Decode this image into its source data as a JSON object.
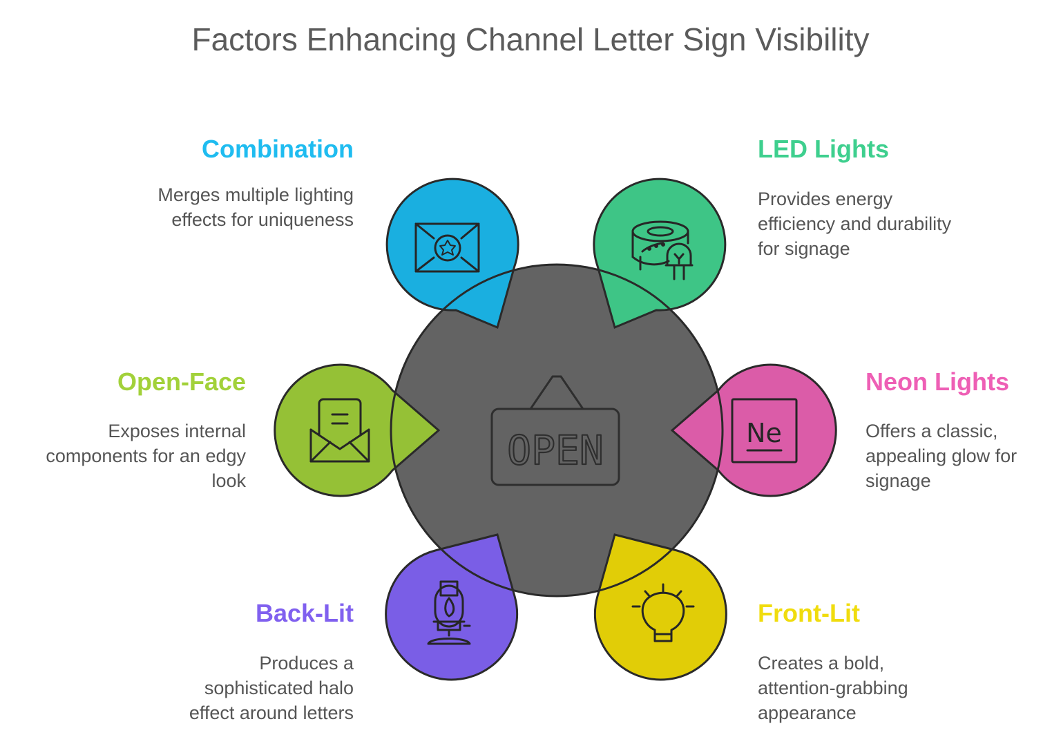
{
  "title": "Factors Enhancing Channel Letter Sign Visibility",
  "center": {
    "icon": "open-sign-icon",
    "sign_text": "OPEN",
    "color": "#636363"
  },
  "factors": [
    {
      "id": "combination",
      "label": "Combination",
      "desc_lines": [
        "Merges multiple lighting",
        "effects for uniqueness"
      ],
      "color": "#1aafe0",
      "label_color": "#1fbcf0",
      "icon": "envelope-star-icon"
    },
    {
      "id": "led",
      "label": "LED Lights",
      "desc_lines": [
        "Provides energy",
        "efficiency and durability",
        "for signage"
      ],
      "color": "#3ec586",
      "label_color": "#3ecf8e",
      "icon": "led-strip-icon"
    },
    {
      "id": "open-face",
      "label": "Open-Face",
      "desc_lines": [
        "Exposes internal",
        "components for an edgy",
        "look"
      ],
      "color": "#95c136",
      "label_color": "#a2d13a",
      "icon": "open-envelope-icon"
    },
    {
      "id": "neon",
      "label": "Neon Lights",
      "desc_lines": [
        "Offers a classic,",
        "appealing glow for",
        "signage"
      ],
      "color": "#db5ca8",
      "label_color": "#ee5fb5",
      "icon": "neon-element-icon"
    },
    {
      "id": "back-lit",
      "label": "Back-Lit",
      "desc_lines": [
        "Produces a",
        "sophisticated halo",
        "effect around letters"
      ],
      "color": "#7a5ee6",
      "label_color": "#8060ef",
      "icon": "lantern-icon"
    },
    {
      "id": "front-lit",
      "label": "Front-Lit",
      "desc_lines": [
        "Creates a bold,",
        "attention-grabbing",
        "appearance"
      ],
      "color": "#e1cd07",
      "label_color": "#f0dc0d",
      "icon": "lightbulb-icon"
    }
  ]
}
